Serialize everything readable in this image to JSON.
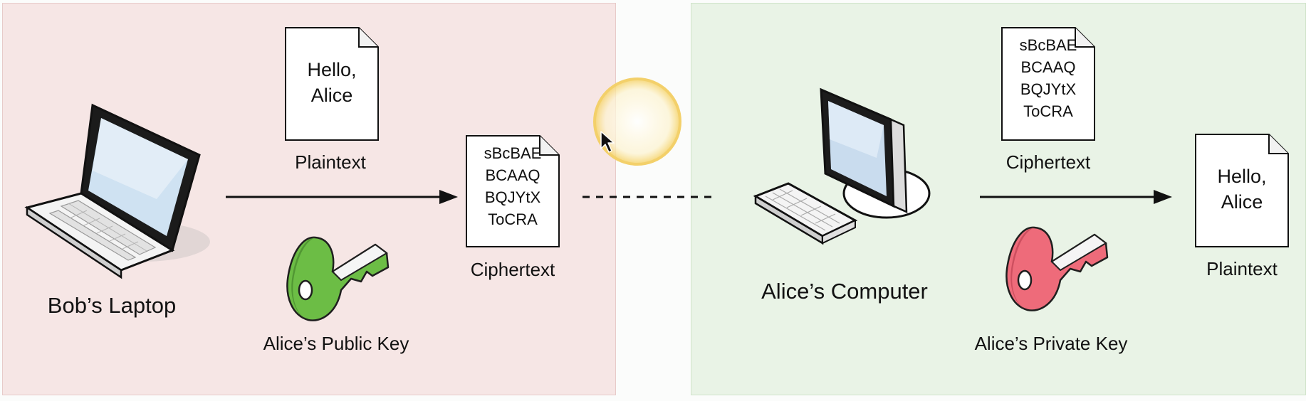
{
  "sender": {
    "device_label": "Bob’s Laptop"
  },
  "receiver": {
    "device_label": "Alice’s Computer"
  },
  "encrypt": {
    "input_doc": {
      "lines": [
        "Hello,",
        "Alice"
      ],
      "caption": "Plaintext"
    },
    "key": {
      "caption": "Alice’s Public Key",
      "color": "#6cbd45"
    },
    "output_doc": {
      "lines": [
        "sBcBAE",
        "BCAAQ",
        "BQJYtX",
        "ToCRA"
      ],
      "caption": "Ciphertext"
    }
  },
  "decrypt": {
    "input_doc": {
      "lines": [
        "sBcBAE",
        "BCAAQ",
        "BQJYtX",
        "ToCRA"
      ],
      "caption": "Ciphertext"
    },
    "key": {
      "caption": "Alice’s Private Key",
      "color": "#ee6b7a"
    },
    "output_doc": {
      "lines": [
        "Hello,",
        "Alice"
      ],
      "caption": "Plaintext"
    }
  },
  "colors": {
    "sender_panel": "#f6e6e5",
    "receiver_panel": "#e9f3e6",
    "cursor_highlight": "#f5d36b"
  }
}
